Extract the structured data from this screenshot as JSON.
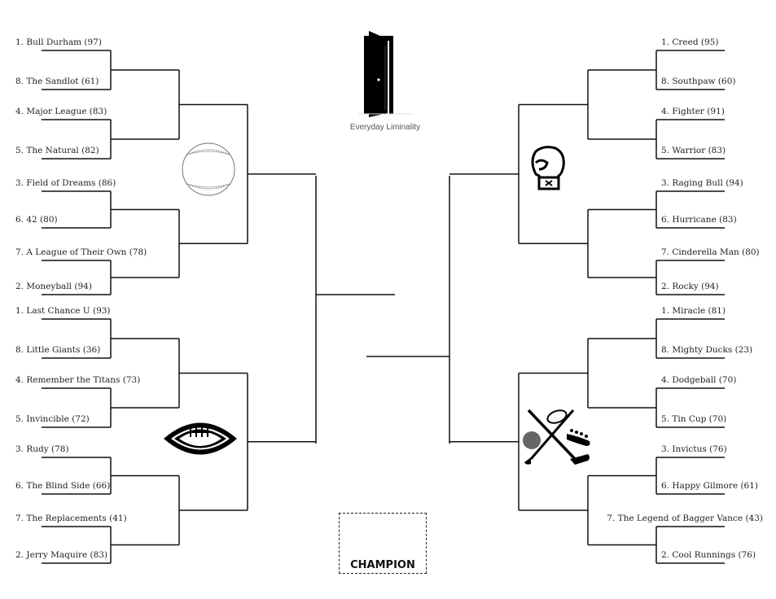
{
  "logo": {
    "text": "Everyday Liminality"
  },
  "champion": {
    "label": "CHAMPION"
  },
  "left": {
    "baseball": [
      "1. Bull Durham (97)",
      "8. The Sandlot (61)",
      "4. Major League (83)",
      "5. The Natural (82)",
      "3. Field of Dreams (86)",
      "6. 42 (80)",
      "7. A League of Their Own (78)",
      "2. Moneyball (94)"
    ],
    "football": [
      "1. Last Chance U (93)",
      "8. Little Giants (36)",
      "4. Remember the Titans (73)",
      "5. Invincible (72)",
      "3. Rudy (78)",
      "6. The Blind Side (66)",
      "7. The Replacements (41)",
      "2. Jerry Maquire (83)"
    ]
  },
  "right": {
    "boxing": [
      "1. Creed (95)",
      "8. Southpaw (60)",
      "4. Fighter (91)",
      "5. Warrior (83)",
      "3. Raging Bull (94)",
      "6. Hurricane (83)",
      "7. Cinderella Man (80)",
      "2. Rocky (94)"
    ],
    "misc": [
      "1. Miracle (81)",
      "8. Mighty Ducks (23)",
      "4. Dodgeball (70)",
      "5. Tin Cup (70)",
      "3. Invictus (76)",
      "6. Happy Gilmore (61)",
      "7. The Legend of Bagger Vance (43)",
      "2. Cool Runnings (76)"
    ]
  }
}
